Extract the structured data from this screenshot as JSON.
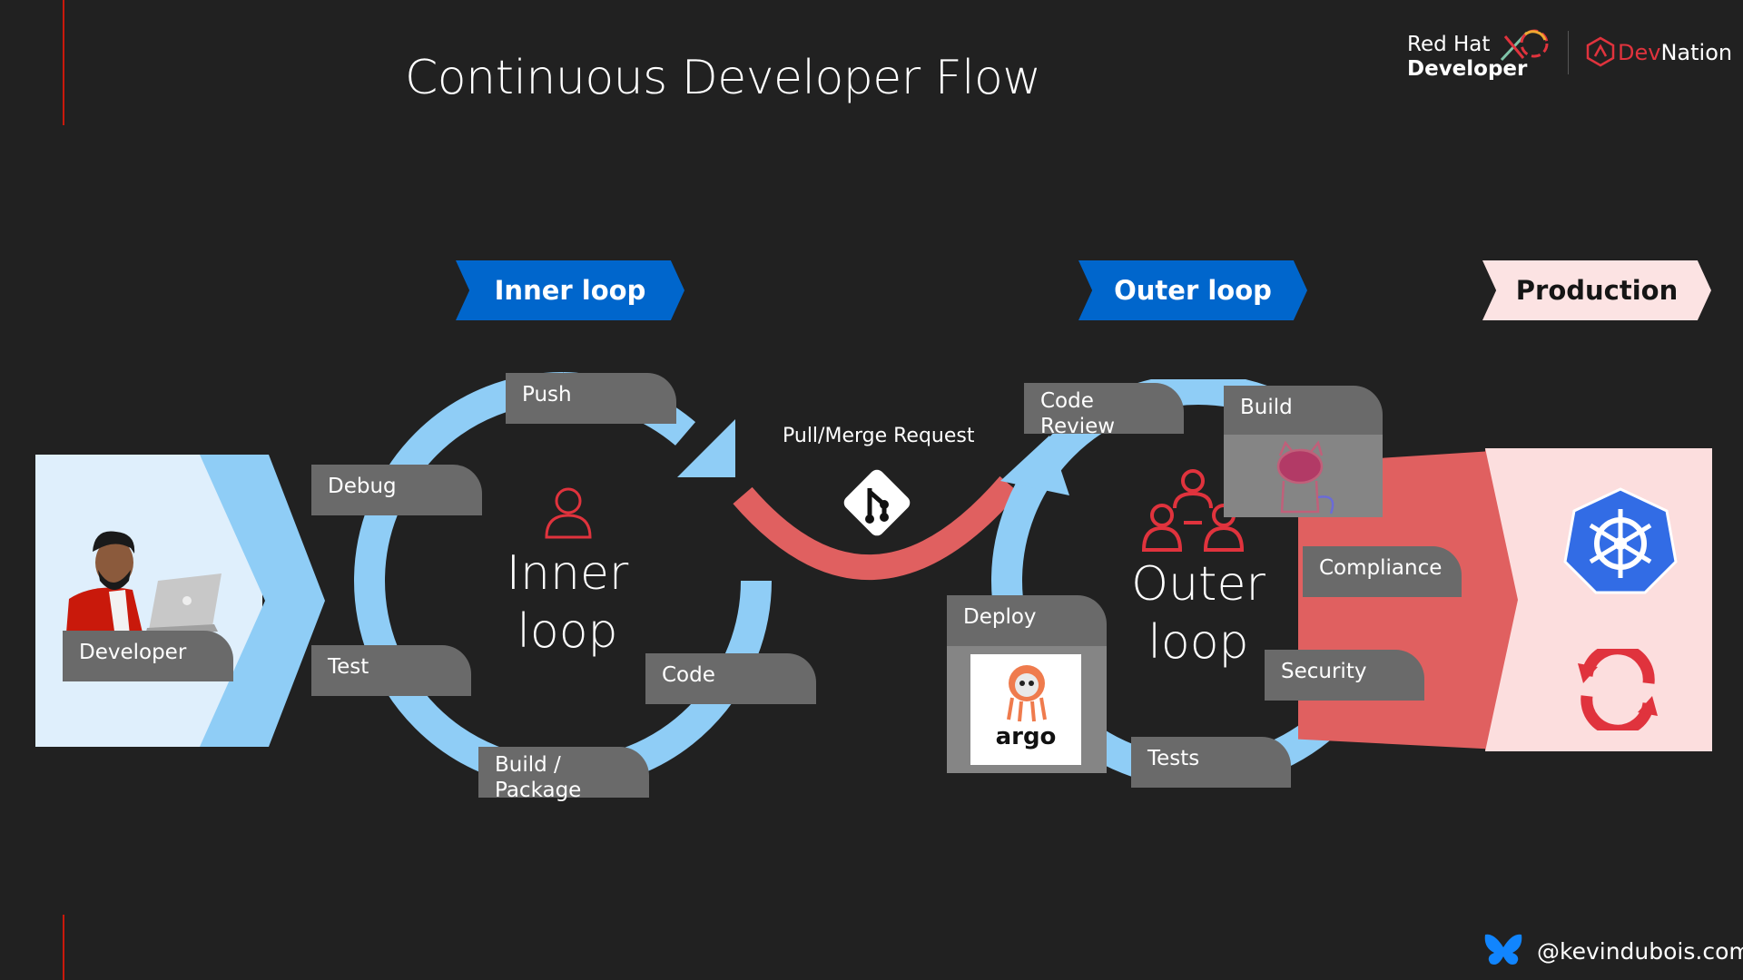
{
  "slide": {
    "title": "Continuous Developer Flow"
  },
  "branding": {
    "redhat_line1": "Red Hat",
    "redhat_line2": "Developer",
    "devnation_dev": "Dev",
    "devnation_nation": "Nation"
  },
  "stages": {
    "inner": "Inner loop",
    "outer": "Outer loop",
    "production": "Production"
  },
  "developer": {
    "label": "Developer"
  },
  "inner_loop": {
    "center_line1": "Inner",
    "center_line2": "loop",
    "steps": {
      "push": "Push",
      "debug": "Debug",
      "test": "Test",
      "build_line1": "Build /",
      "build_line2": "Package",
      "code": "Code"
    }
  },
  "pull_request": {
    "label": "Pull/Merge Request"
  },
  "outer_loop": {
    "center_line1": "Outer",
    "center_line2": "loop",
    "steps": {
      "code_review_line1": "Code",
      "code_review_line2": "Review",
      "build": "Build",
      "compliance": "Compliance",
      "security": "Security",
      "tests": "Tests",
      "deploy": "Deploy"
    },
    "deploy_tool": "argo"
  },
  "footer": {
    "handle": "@kevindubois.com"
  },
  "colors": {
    "background": "#212121",
    "loop_arrow": "#8fcdf6",
    "stage_blue": "#0066cc",
    "production_pink": "#fce3e3",
    "accent_red": "#e0333d",
    "merge_arc": "#e06060",
    "tab_gray": "#6a6a6a"
  },
  "icons": {
    "git": "git-icon",
    "person": "person-icon",
    "team": "team-icon",
    "kubernetes": "kubernetes-icon",
    "openshift": "openshift-icon",
    "bluesky": "bluesky-icon",
    "tekton": "tekton-cat-icon",
    "argo": "argo-octopus-icon"
  }
}
